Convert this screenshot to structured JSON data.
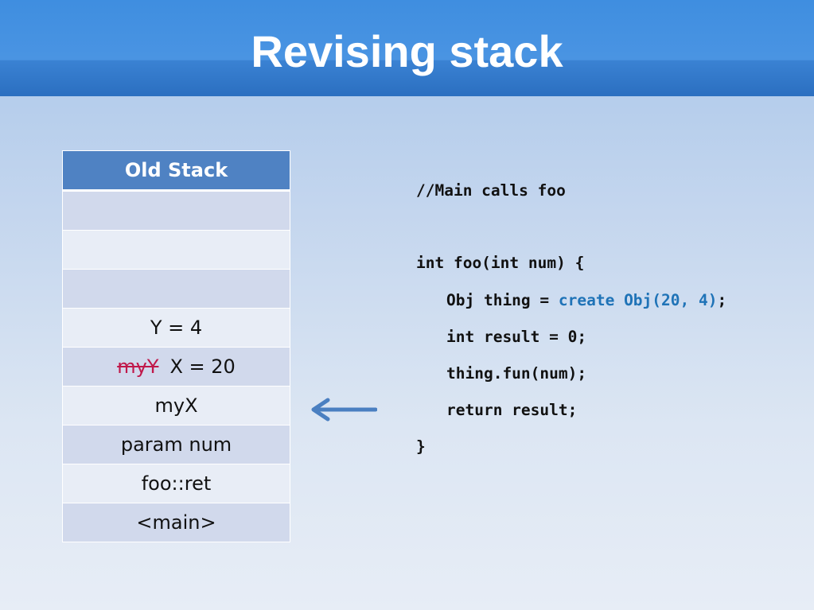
{
  "slide": {
    "title": "Revising stack"
  },
  "stack": {
    "header": "Old Stack",
    "rows": [
      {
        "strike": "",
        "text": ""
      },
      {
        "strike": "",
        "text": ""
      },
      {
        "strike": "",
        "text": ""
      },
      {
        "strike": "",
        "text": "Y = 4"
      },
      {
        "strike": "myY",
        "text": "X = 20"
      },
      {
        "strike": "",
        "text": "myX"
      },
      {
        "strike": "",
        "text": "param num"
      },
      {
        "strike": "",
        "text": "foo::ret"
      },
      {
        "strike": "",
        "text": "<main>"
      }
    ]
  },
  "arrow": {
    "icon": "arrow-left-icon",
    "color": "#4a7fc1"
  },
  "code": {
    "comment": "//Main calls foo",
    "signature": "int foo(int num) {",
    "line1_pre": "Obj thing = ",
    "line1_call": "create Obj(20, 4)",
    "line1_post": ";",
    "line2": "int result = 0;",
    "line3": "thing.fun(num);",
    "line4": "return result;",
    "close": "}"
  },
  "colors": {
    "title_bar": "#3f8ee0",
    "table_header": "#4f82c3",
    "row_odd": "#d1d9ec",
    "row_even": "#e8edf6",
    "strike": "#c0184a",
    "code_highlight": "#1f73b7"
  }
}
